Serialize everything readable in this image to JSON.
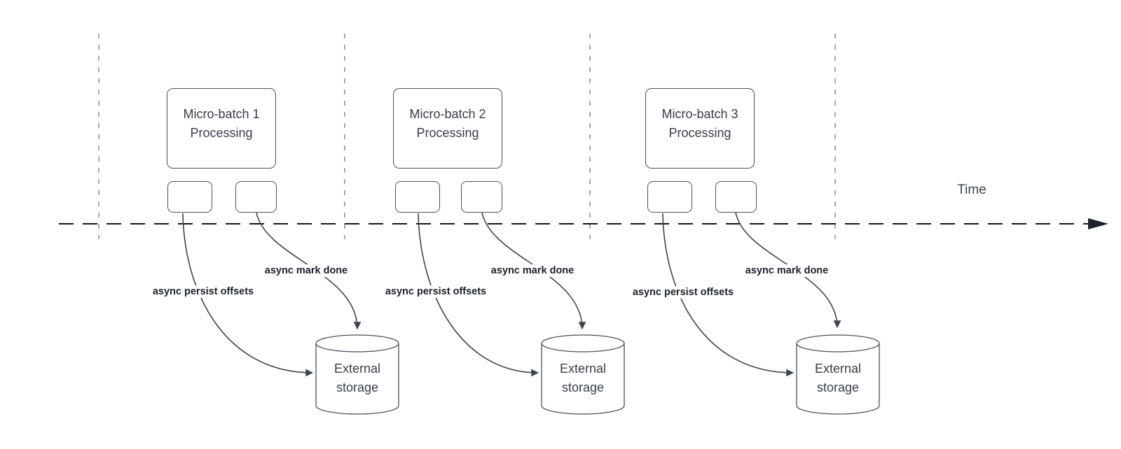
{
  "diagram": {
    "time_axis_label": "Time",
    "batches": [
      {
        "name": "Micro-batch 1 Processing",
        "persist_label": "async persist offsets",
        "mark_done_label": "async mark done",
        "storage_label": "External storage"
      },
      {
        "name": "Micro-batch 2 Processing",
        "persist_label": "async persist offsets",
        "mark_done_label": "async mark done",
        "storage_label": "External storage"
      },
      {
        "name": "Micro-batch 3 Processing",
        "persist_label": "async persist offsets",
        "mark_done_label": "async mark done",
        "storage_label": "External storage"
      }
    ],
    "colors": {
      "shape_stroke": "#4a515b",
      "arrow_stroke": "#3e4450",
      "gridline": "#a8a8a8",
      "time_axis": "#141414",
      "edge_label_text": "#1d222b",
      "shape_text": "#383e47"
    }
  }
}
